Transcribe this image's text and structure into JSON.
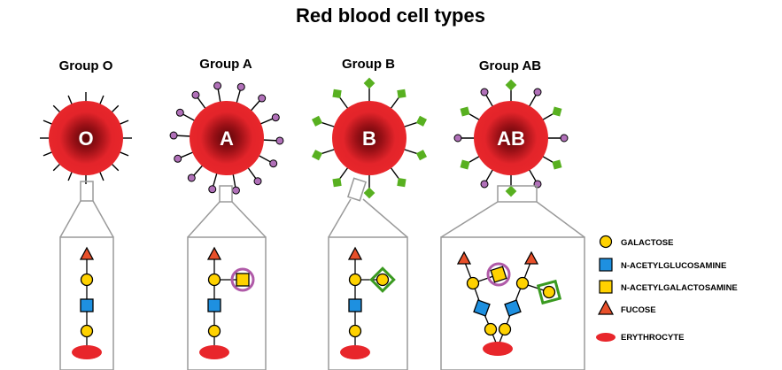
{
  "title": "Red blood cell types",
  "groups": [
    {
      "label": "Group O",
      "letter": "O"
    },
    {
      "label": "Group A",
      "letter": "A"
    },
    {
      "label": "Group B",
      "letter": "B"
    },
    {
      "label": "Group AB",
      "letter": "AB"
    }
  ],
  "legend": [
    {
      "label": "GALACTOSE",
      "icon": "galactose-icon"
    },
    {
      "label": "N-ACETYLGLUCOSAMINE",
      "icon": "n-acetylglucosamine-icon"
    },
    {
      "label": "N-ACETYLGALACTOSAMINE",
      "icon": "n-acetylgalactosamine-icon"
    },
    {
      "label": "FUCOSE",
      "icon": "fucose-icon"
    },
    {
      "label": "ERYTHROCYTE",
      "icon": "erythrocyte-icon"
    }
  ],
  "colors": {
    "cell_red": "#e8262b",
    "cell_dark": "#7a0a0e",
    "galactose": "#ffd200",
    "glcnac": "#1e90e0",
    "galnac": "#ffd200",
    "fucose": "#e8502a",
    "a_antigen_ring": "#b05aa8",
    "b_antigen_ring": "#3a9a20",
    "a_tip": "#b070b8",
    "b_tip": "#58b020",
    "box_stroke": "#9a9a9a"
  }
}
